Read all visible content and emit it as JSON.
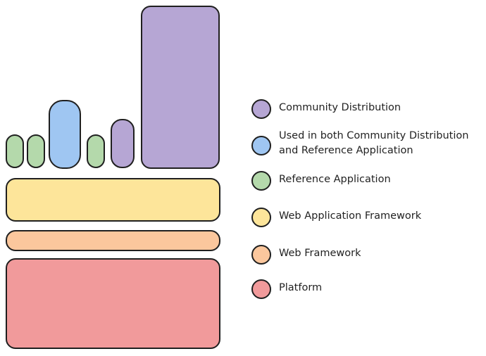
{
  "colors": {
    "community": "#b6a6d4",
    "both": "#9fc6f2",
    "reference": "#b4d9ab",
    "webapp": "#fde59a",
    "webfw": "#fbc79d",
    "platform": "#f19a9b"
  },
  "legend": {
    "community": "Community Distribution",
    "both": "Used in both Community Distribution\nand Reference Application",
    "reference": "Reference Application",
    "webapp": "Web Application Framework",
    "webfw": "Web Framework",
    "platform": "Platform"
  }
}
